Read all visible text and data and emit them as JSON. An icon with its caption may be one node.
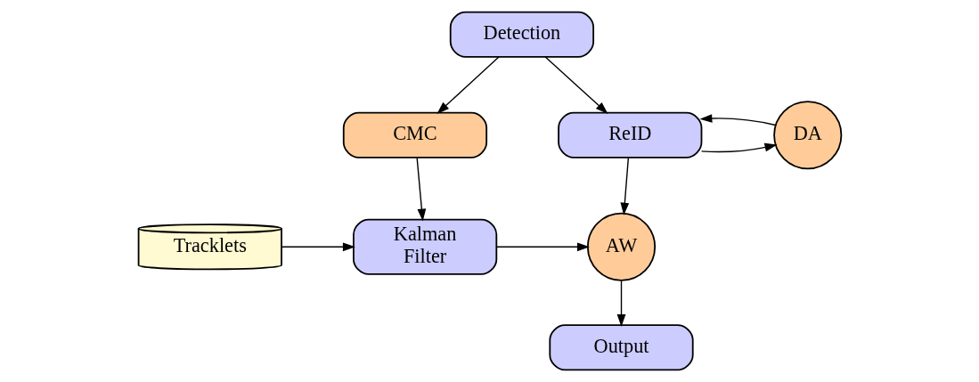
{
  "diagram": {
    "nodes": [
      {
        "text": [
          "Detection"
        ]
      },
      {
        "text": [
          "CMC"
        ]
      },
      {
        "text": [
          "ReID"
        ]
      },
      {
        "text": [
          "DA"
        ]
      },
      {
        "text": [
          "Tracklets"
        ]
      },
      {
        "text": [
          "Kalman Filter"
        ]
      },
      {
        "text": [
          "AW"
        ]
      },
      {
        "text": [
          "Output"
        ]
      }
    ],
    "edges": [
      {
        "from": 0,
        "to": 1,
        "arrow": "to"
      },
      {
        "from": 0,
        "to": 2,
        "arrow": "to"
      },
      {
        "from": 2,
        "to": 3,
        "arrow": "to"
      },
      {
        "from": 3,
        "to": 2,
        "arrow": "to"
      },
      {
        "from": 1,
        "to": 5,
        "arrow": "to"
      },
      {
        "from": 4,
        "to": 5,
        "arrow": "to"
      },
      {
        "from": 5,
        "to": 6,
        "arrow": "to"
      },
      {
        "from": 2,
        "to": 6,
        "arrow": "to"
      },
      {
        "from": 6,
        "to": 7,
        "arrow": "to"
      }
    ]
  }
}
